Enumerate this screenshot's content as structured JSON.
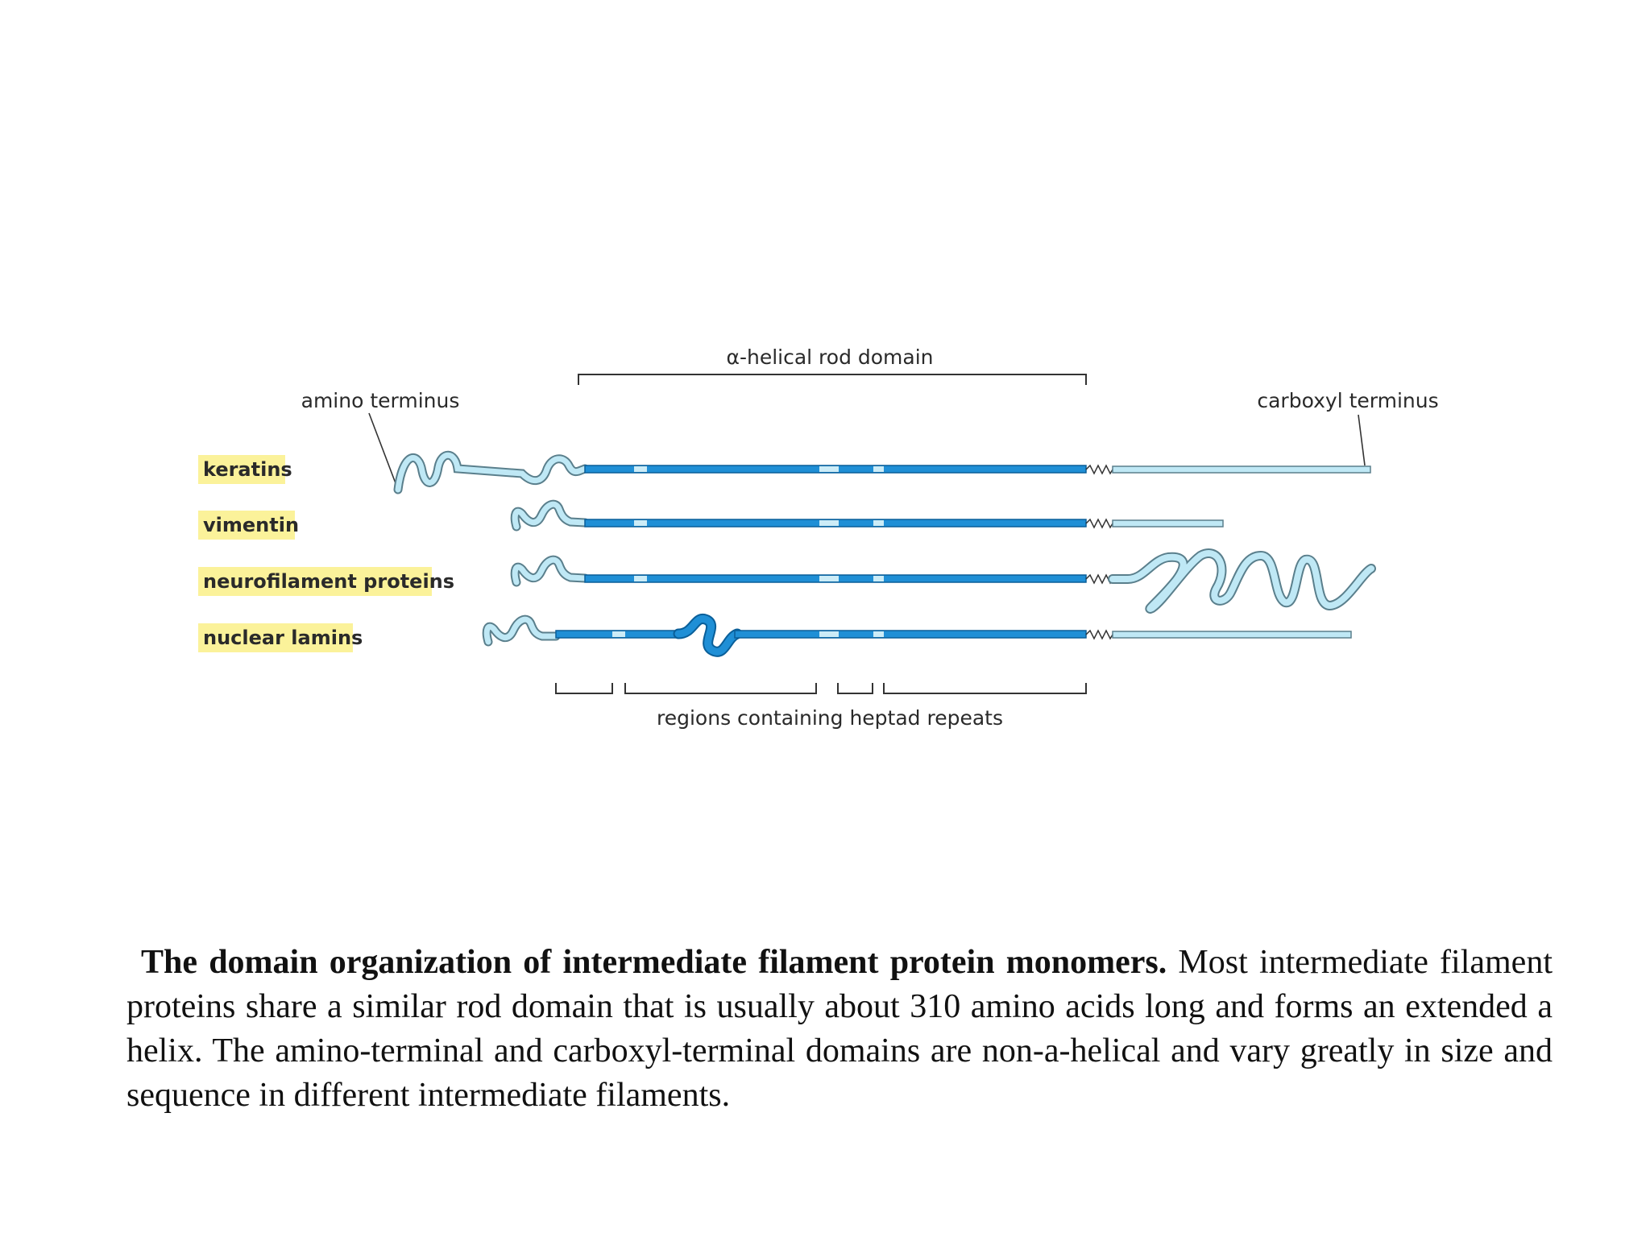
{
  "diagram": {
    "rod_label": "α-helical rod domain",
    "amino_label": "amino terminus",
    "carboxyl_label": "carboxyl terminus",
    "heptad_label": "regions containing heptad repeats",
    "proteins": [
      {
        "name": "keratins"
      },
      {
        "name": "vimentin"
      },
      {
        "name": "neurofilament proteins"
      },
      {
        "name": "nuclear lamins"
      }
    ],
    "colors": {
      "rod": "#1f8fd6",
      "rod_edge": "#0a5f99",
      "terminal": "#bfe8f5",
      "label_bg": "#fbf29a",
      "link": "#ccecf7"
    }
  },
  "caption": {
    "title": "The domain organization of intermediate filament protein monomers.",
    "body": " Most intermediate filament proteins share a similar rod domain that is usually about 310 amino acids long and forms an extended a helix. The amino-terminal and carboxyl-terminal domains are non-a-helical and vary greatly in size and sequence in different intermediate filaments."
  }
}
